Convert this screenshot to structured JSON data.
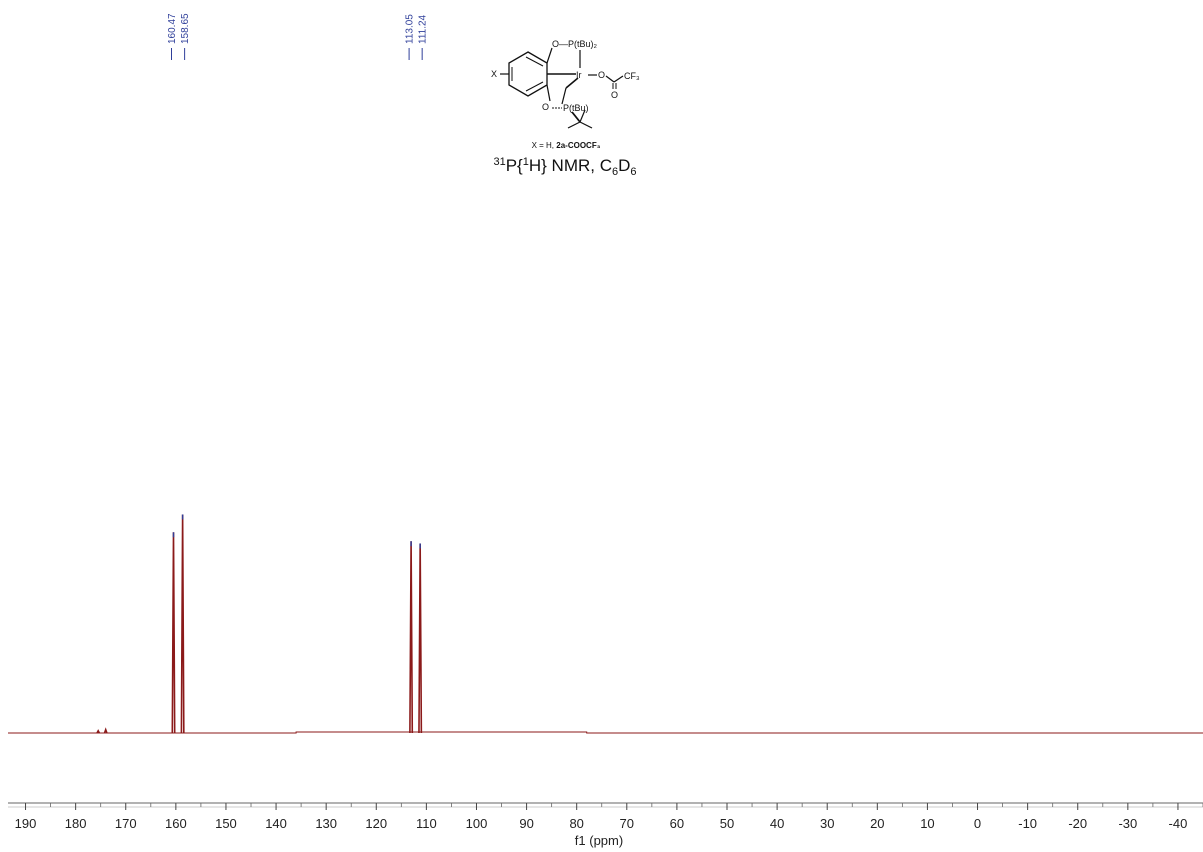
{
  "chart_data": {
    "type": "line",
    "xlabel": "f1 (ppm)",
    "xlim": [
      193.5,
      -45
    ],
    "x_reversed": true,
    "ticks": [
      190,
      180,
      170,
      160,
      150,
      140,
      130,
      120,
      110,
      100,
      90,
      80,
      70,
      60,
      50,
      40,
      30,
      20,
      10,
      0,
      -10,
      -20,
      -30,
      -40
    ],
    "tick_labels": [
      "190",
      "180",
      "170",
      "160",
      "150",
      "140",
      "130",
      "120",
      "110",
      "100",
      "90",
      "80",
      "70",
      "60",
      "50",
      "40",
      "30",
      "20",
      "10",
      "0",
      "-10",
      "-20",
      "-30",
      "-40"
    ],
    "series": [
      {
        "peaks": [
          {
            "x": 160.47,
            "intensity": 0.9
          },
          {
            "x": 158.65,
            "intensity": 0.98
          },
          {
            "x": 113.05,
            "intensity": 0.86
          },
          {
            "x": 111.24,
            "intensity": 0.85
          },
          {
            "x": 175.5,
            "intensity": 0.01
          },
          {
            "x": 174.0,
            "intensity": 0.015
          }
        ],
        "color": "#8b1a1a"
      }
    ],
    "peak_labels": [
      {
        "x": 160.47,
        "text": "160.47"
      },
      {
        "x": 158.65,
        "text": "158.65"
      },
      {
        "x": 113.05,
        "text": "113.05"
      },
      {
        "x": 111.24,
        "text": "111.24"
      }
    ],
    "peak_label_color": "#2f3f9a",
    "title": {
      "iso_sup": "31",
      "main": "P{",
      "h_sup": "1",
      "main2": "H} NMR, C",
      "sub1": "6",
      "mid": "D",
      "sub2": "6"
    },
    "structure": {
      "top_ligand": "O—P(tBu)₂",
      "metal": "Ir",
      "ox": "O",
      "cf3": "CF₃",
      "carbonyl_o": "O",
      "bottom_ligand": "P(tBu)",
      "bottom_o": "O",
      "x_group": "X",
      "caption_prefix": "X = H, ",
      "caption_bold": "2a-COOCF₃"
    }
  }
}
